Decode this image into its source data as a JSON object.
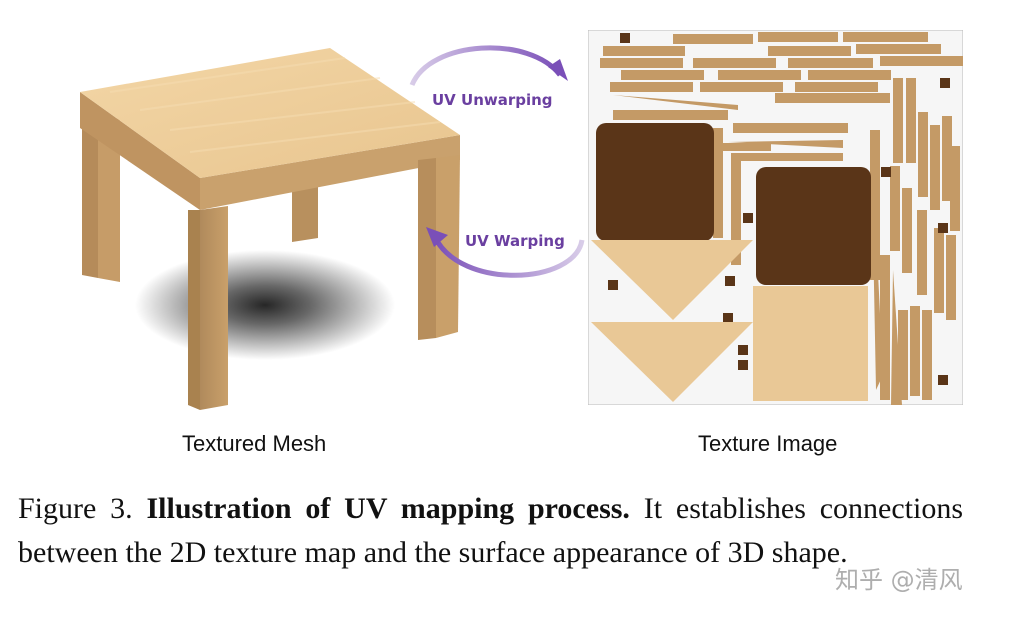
{
  "figure": {
    "left_panel_label": "Textured Mesh",
    "right_panel_label": "Texture Image",
    "arrow_top_label": "UV Unwarping",
    "arrow_bottom_label": "UV Warping",
    "arrow_color": "#7a4fb8",
    "wood_light": "#e9c896",
    "wood_mid": "#c49a66",
    "wood_dark": "#5a3518"
  },
  "caption": {
    "prefix": "Figure 3. ",
    "bold": "Illustration of UV mapping process.",
    "rest": " It establishes connections between the 2D texture map and the surface appearance of 3D shape."
  },
  "watermark": "知乎 @清风"
}
